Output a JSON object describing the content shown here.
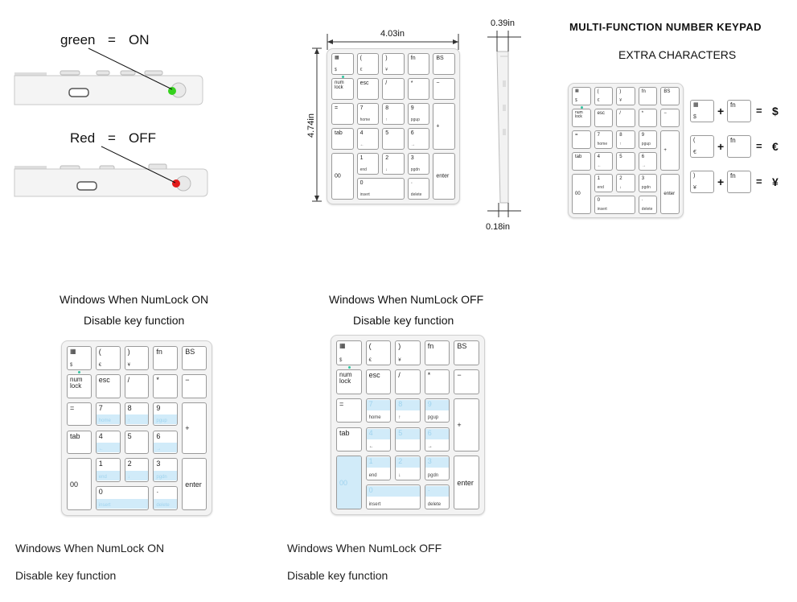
{
  "power": {
    "on_color_word": "green",
    "on_eq": "=",
    "on_state": "ON",
    "off_color_word": "Red",
    "off_eq": "=",
    "off_state": "OFF"
  },
  "dimensions": {
    "width": "4.03in",
    "height": "4.74in",
    "depth_top": "0.39in",
    "depth_bottom": "0.18in"
  },
  "extra": {
    "title": "MULTI-FUNCTION NUMBER KEYPAD",
    "subtitle": "EXTRA CHARACTERS",
    "combos": [
      {
        "key_top": "",
        "key_bottom": "$",
        "plus": "+",
        "fn": "fn",
        "eq": "=",
        "result": "$"
      },
      {
        "key_top": "(",
        "key_bottom": "€",
        "plus": "+",
        "fn": "fn",
        "eq": "=",
        "result": "€"
      },
      {
        "key_top": ")",
        "key_bottom": "¥",
        "plus": "+",
        "fn": "fn",
        "eq": "=",
        "result": "¥"
      }
    ]
  },
  "keys": {
    "calc_bottom": "$",
    "paren_open": "(",
    "paren_open_sub": "€",
    "paren_close": ")",
    "paren_close_sub": "¥",
    "fn": "fn",
    "bs": "BS",
    "num": "num",
    "lock": "lock",
    "esc": "esc",
    "slash": "/",
    "star": "*",
    "minus": "−",
    "equals": "=",
    "n7": "7",
    "home": "home",
    "n8": "8",
    "up": "↑",
    "n9": "9",
    "pgup": "pgup",
    "plus": "+",
    "tab": "tab",
    "n4": "4",
    "left": "←",
    "n5": "5",
    "n6": "6",
    "right": "→",
    "n00": "00",
    "n1": "1",
    "end": "end",
    "n2": "2",
    "down": "↓",
    "n3": "3",
    "pgdn": "pgdn",
    "enter": "enter",
    "n0": "0",
    "insert": "insert",
    "dot": "·",
    "delete": "delete"
  },
  "panels": {
    "on_title": "Windows When NumLock ON",
    "on_subtitle": "Disable key function",
    "off_title": "Windows When NumLock OFF",
    "off_subtitle": "Disable key function"
  },
  "captions": {
    "on_title": "Windows When NumLock ON",
    "on_subtitle": "Disable key function",
    "off_title": "Windows When NumLock OFF",
    "off_subtitle": "Disable key function"
  },
  "colors": {
    "led_green": "#35d21d",
    "led_red": "#e21b1b",
    "highlight": "#c9e7f8",
    "num_led": "#2fc5a0"
  }
}
